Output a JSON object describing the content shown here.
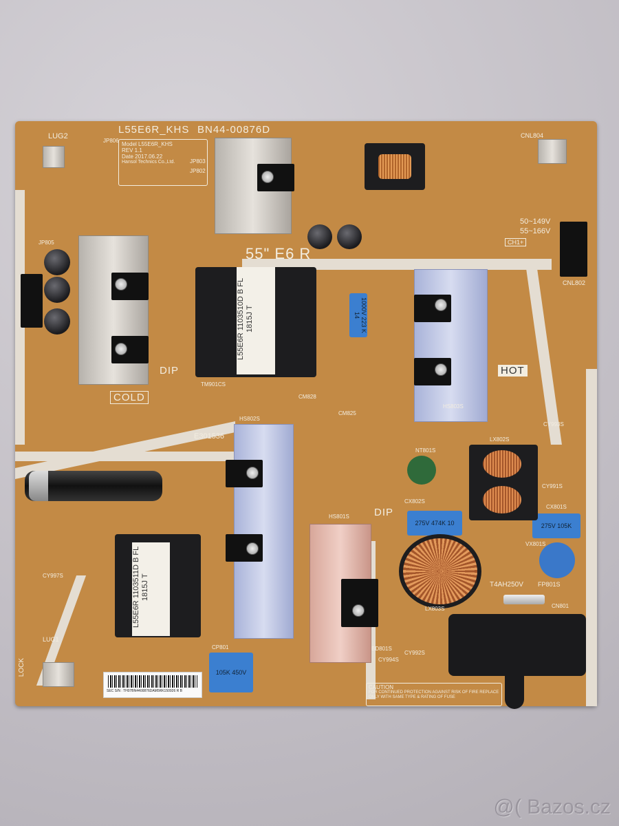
{
  "board": {
    "model": "L55E6R_KHS",
    "part_number": "BN44-00876D",
    "info_box": [
      "Model  L55E6R_KHS",
      "REV  1.1",
      "Date  2017.06.22",
      "Hansol Technics Co.,Ltd."
    ],
    "size_marking": "55\" E6 R",
    "cold_label": "COLD",
    "hot_label": "HOT",
    "dip_label": "DIP",
    "ul_mark": "E301536",
    "output_voltage_1": "50~149V",
    "output_voltage_2": "55~166V",
    "ch_label": "CH1+",
    "fuse_rating": "T4AH250V",
    "fuse_ref": "FP801S",
    "caution": "CAUTION",
    "caution_text": "FOR CONTINUED PROTECTION AGAINST RISK OF FIRE REPLACE ONLY WITH SAME TYPE & RATING OF FUSE",
    "lock_label": "LOCK",
    "refs": [
      "LUG1",
      "LUG2",
      "CNL804",
      "CNL802",
      "CN801",
      "JP806",
      "JP803",
      "JP802",
      "JP805",
      "TM901CS",
      "LX802S",
      "LX803S",
      "NT801S",
      "HS802S",
      "HS801S",
      "HS803S",
      "CM828",
      "CM825",
      "CP801",
      "VX801S",
      "CX801S",
      "CX802S",
      "BD801S",
      "CY997S",
      "CY994S",
      "CY992S",
      "CY993S",
      "CY991S"
    ],
    "transformer_main": [
      "L55E6R",
      "1103510D B",
      "FL 1815J T"
    ],
    "transformer_small": [
      "L55E6R",
      "1103511D B",
      "FL 1815J T"
    ],
    "cap_blue_1": "1000V 223 K 14",
    "cap_blue_2": "275V 474K 10",
    "cap_blue_3": "275V 105K",
    "cap_blue_4": "105K 450V",
    "serial_label": "SEC S/N : TH07BN4400876DAM5RK150926   R B"
  },
  "watermark": "@( Bazos.cz",
  "colors": {
    "pcb": "#c38a45",
    "silkscreen": "#f3ede0",
    "background": "#c9c5cb",
    "heatsink_blue": "#c3cae8"
  }
}
